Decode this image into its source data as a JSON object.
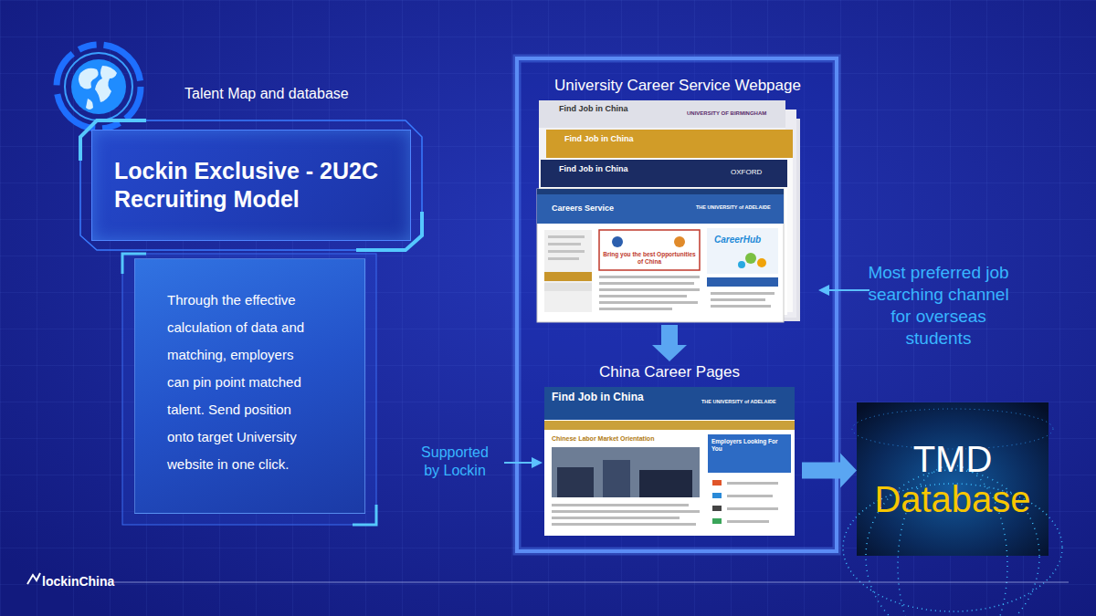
{
  "diagram": {
    "nodes": [
      {
        "text": [
          "Lockin Exclusive - 2U2C Recruiting Model"
        ]
      },
      {
        "text": [
          "Through the effective calculation of data and matching, employers can pin point matched talent. Send position onto target University website in one click."
        ]
      },
      {
        "text": [
          "University Career Service Webpage"
        ]
      },
      {
        "text": [
          "China Career Pages"
        ]
      },
      {
        "text": [
          "TMD",
          "Database"
        ]
      }
    ],
    "edges": [
      {
        "from": 2,
        "to": 3,
        "arrow": "to"
      },
      {
        "from": 3,
        "to": 4,
        "arrow": "to"
      }
    ],
    "labels": [
      "Talent Map and database",
      "Most preferred job searching channel for overseas students",
      "Supported by Lockin",
      "lockinChina",
      "Find Job in China",
      "UNIVERSITY OF BIRMINGHAM",
      "Find Job in China",
      "Find Job in China",
      "OXFORD",
      "Careers Service",
      "THE UNIVERSITY of ADELAIDE",
      "Bring you the best Opportunities of China",
      "CareerHub",
      "Find Job in China",
      "THE UNIVERSITY of ADELAIDE",
      "Chinese Labor Market Orientation",
      "Employers Looking For You"
    ]
  }
}
